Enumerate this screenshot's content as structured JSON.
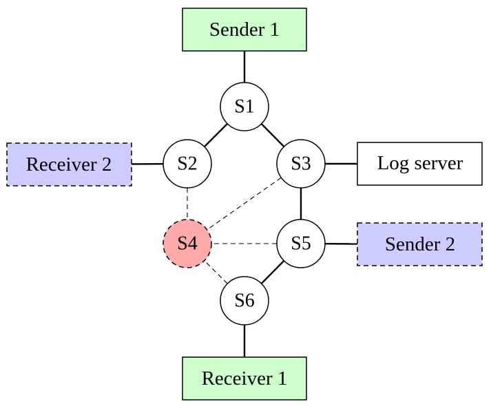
{
  "boxes": {
    "sender1": {
      "label": "Sender 1",
      "fill": "#ccffcc",
      "dashed": false
    },
    "receiver1": {
      "label": "Receiver 1",
      "fill": "#ccffcc",
      "dashed": false
    },
    "receiver2": {
      "label": "Receiver 2",
      "fill": "#ccccff",
      "dashed": true
    },
    "sender2": {
      "label": "Sender 2",
      "fill": "#ccccff",
      "dashed": true
    },
    "logserver": {
      "label": "Log server",
      "fill": "#ffffff",
      "dashed": false
    }
  },
  "switches": {
    "s1": {
      "label": "S1",
      "fill": "#ffffff",
      "dashed": false
    },
    "s2": {
      "label": "S2",
      "fill": "#ffffff",
      "dashed": false
    },
    "s3": {
      "label": "S3",
      "fill": "#ffffff",
      "dashed": false
    },
    "s4": {
      "label": "S4",
      "fill": "#ffaaaa",
      "dashed": true
    },
    "s5": {
      "label": "S5",
      "fill": "#ffffff",
      "dashed": false
    },
    "s6": {
      "label": "S6",
      "fill": "#ffffff",
      "dashed": false
    }
  },
  "links": [
    {
      "from": "sender1",
      "to": "s1",
      "style": "solid"
    },
    {
      "from": "s1",
      "to": "s2",
      "style": "solid"
    },
    {
      "from": "s1",
      "to": "s3",
      "style": "solid"
    },
    {
      "from": "receiver2",
      "to": "s2",
      "style": "solid"
    },
    {
      "from": "s3",
      "to": "logserver",
      "style": "solid"
    },
    {
      "from": "s3",
      "to": "s5",
      "style": "solid"
    },
    {
      "from": "s5",
      "to": "sender2",
      "style": "solid"
    },
    {
      "from": "s5",
      "to": "s6",
      "style": "solid"
    },
    {
      "from": "s6",
      "to": "receiver1",
      "style": "solid"
    },
    {
      "from": "s2",
      "to": "s4",
      "style": "dashed"
    },
    {
      "from": "s3",
      "to": "s4",
      "style": "dashed"
    },
    {
      "from": "s5",
      "to": "s4",
      "style": "dashed"
    },
    {
      "from": "s6",
      "to": "s4",
      "style": "dashed"
    }
  ]
}
